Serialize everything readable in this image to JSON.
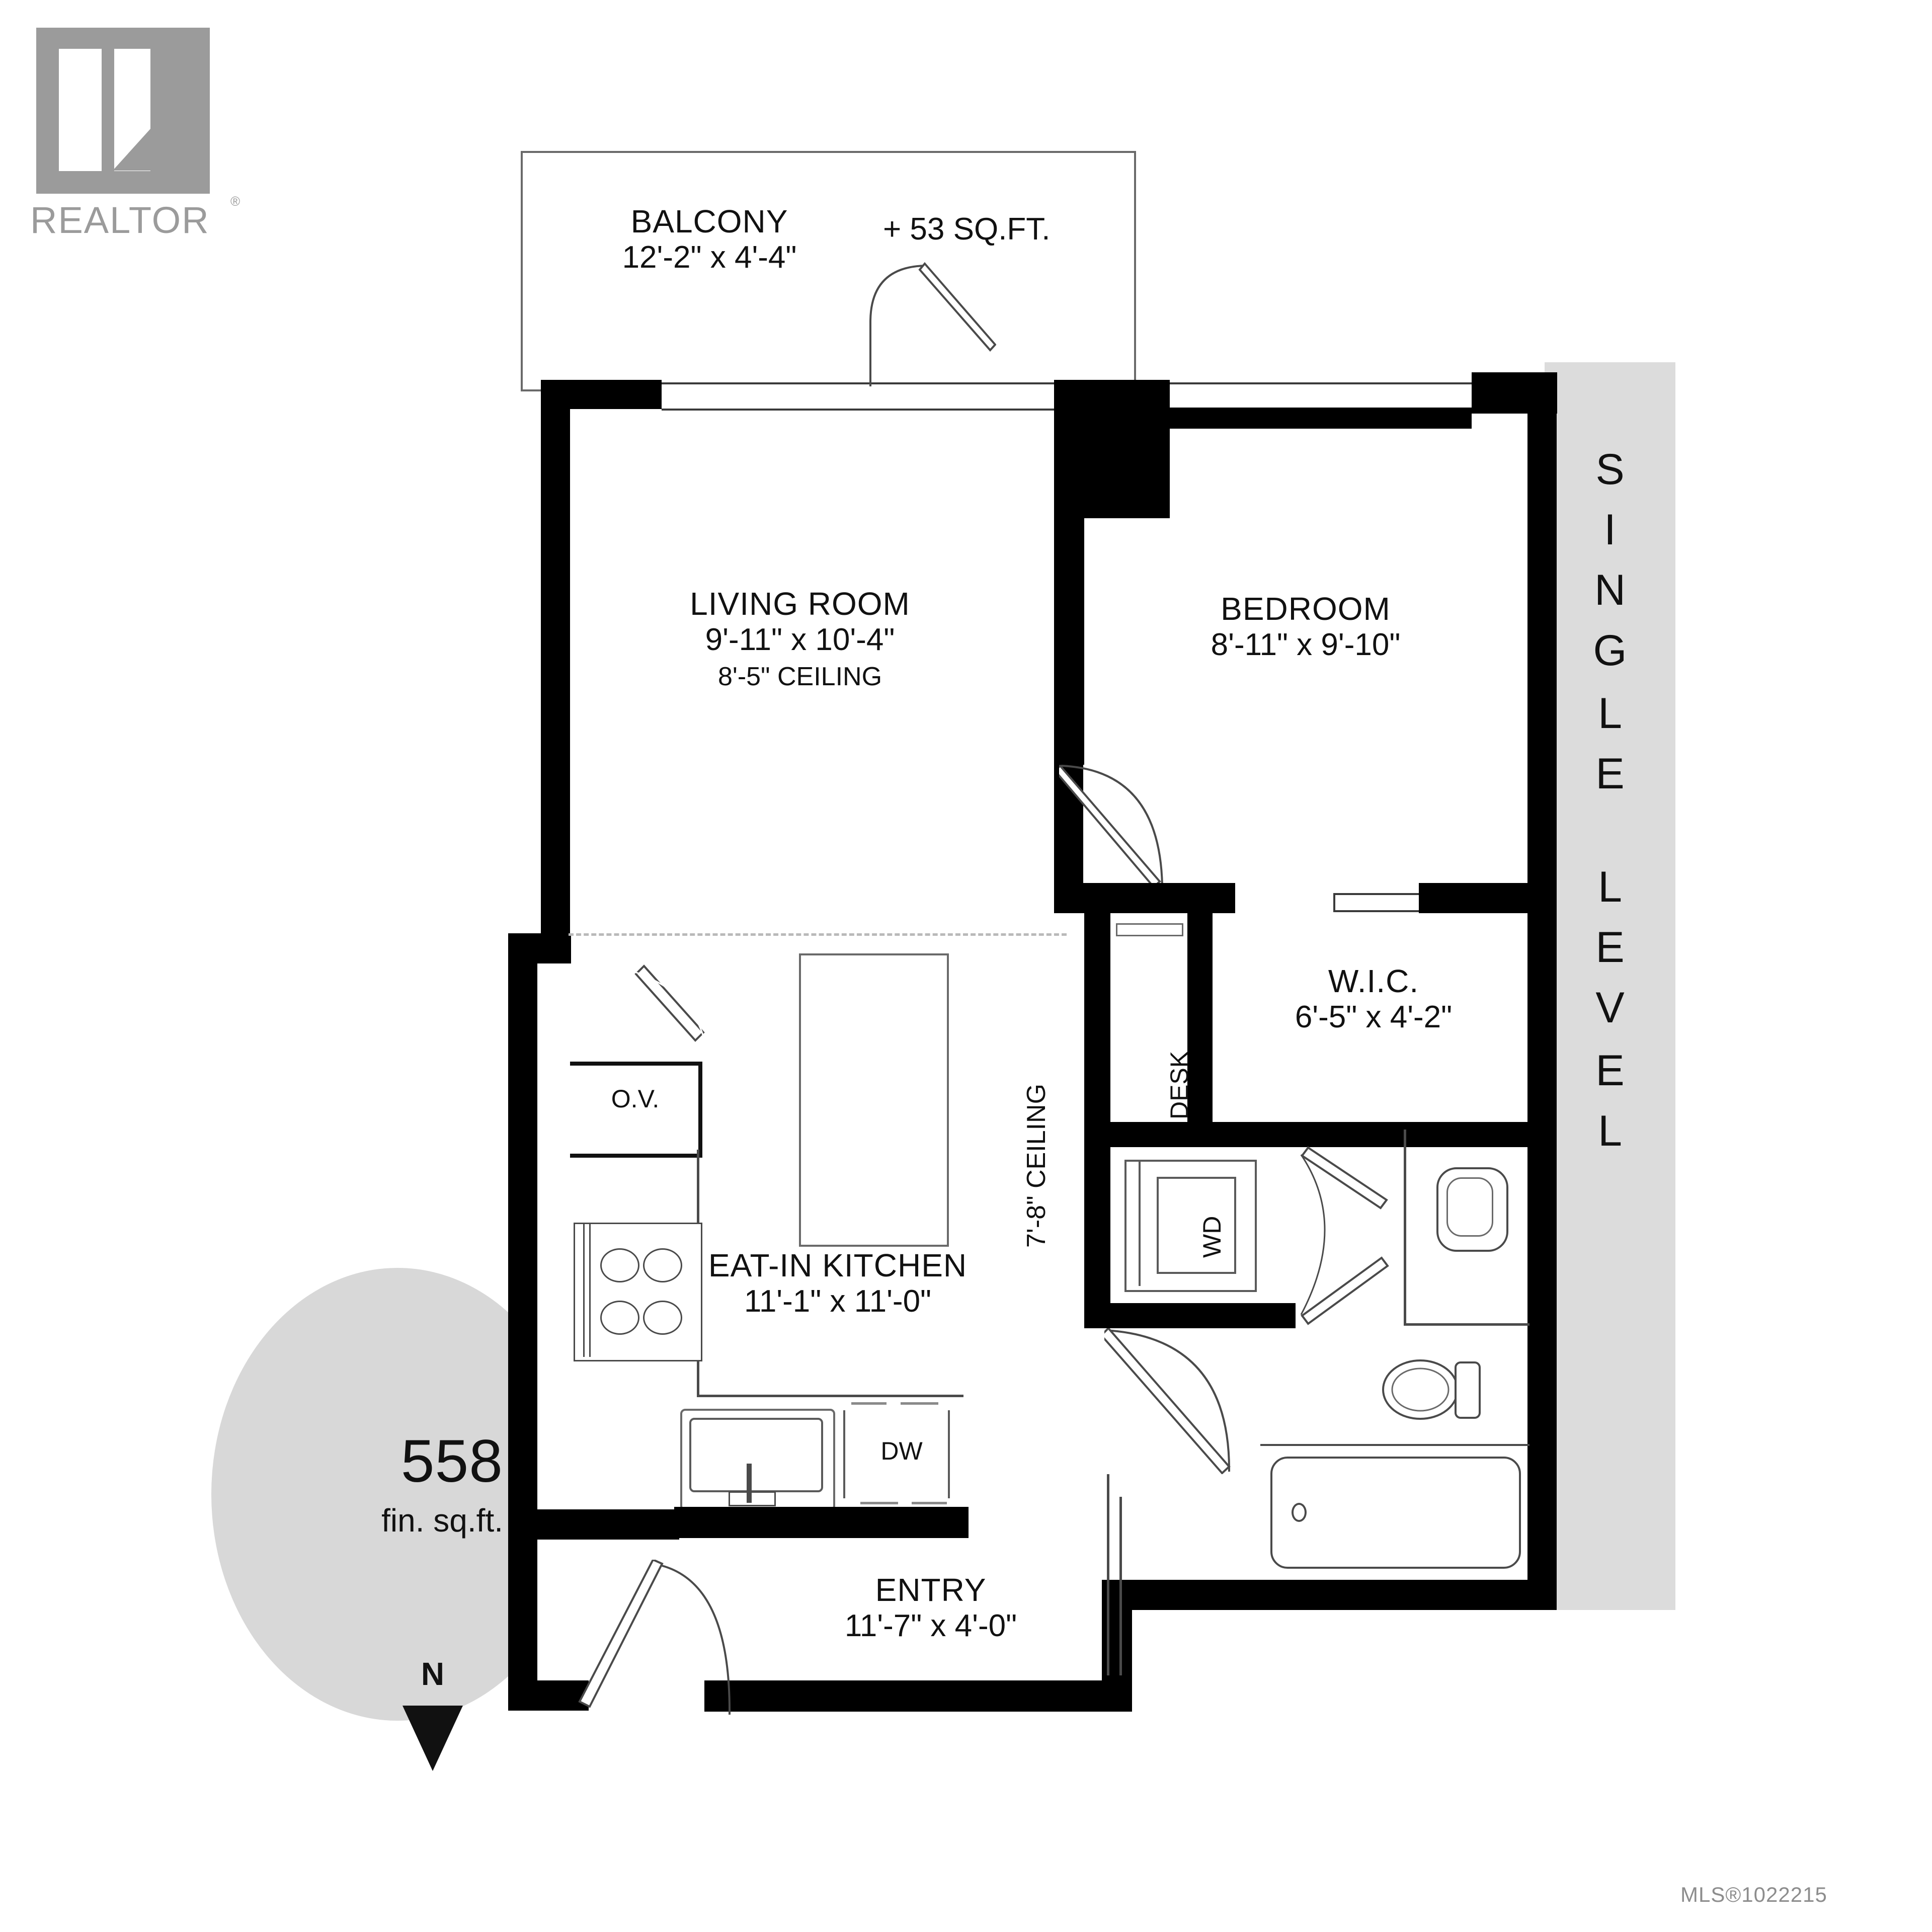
{
  "branding": {
    "logo_text": "REALTOR",
    "logo_reg": "®"
  },
  "side_banner": {
    "text": "SINGLE LEVEL",
    "lines": [
      "S",
      "I",
      "N",
      "G",
      "L",
      "E",
      "L",
      "E",
      "V",
      "E",
      "L"
    ]
  },
  "area_summary": {
    "value": "558",
    "unit": "fin. sq.ft."
  },
  "compass": {
    "label": "N",
    "direction": "south-pointing-arrow"
  },
  "rooms": [
    {
      "key": "balcony",
      "name": "BALCONY",
      "dimensions": "12'-2\" x 4'-4\"",
      "note": "+ 53 SQ.FT."
    },
    {
      "key": "living_room",
      "name": "LIVING ROOM",
      "dimensions": "9'-11\" x 10'-4\"",
      "ceiling": "8'-5\" CEILING"
    },
    {
      "key": "bedroom",
      "name": "BEDROOM",
      "dimensions": "8'-11\" x 9'-10\""
    },
    {
      "key": "wic",
      "name": "W.I.C.",
      "dimensions": "6'-5\" x 4'-2\""
    },
    {
      "key": "kitchen",
      "name": "EAT-IN KITCHEN",
      "dimensions": "11'-1\" x 11'-0\"",
      "ceiling": "7'-8\" CEILING"
    },
    {
      "key": "entry",
      "name": "ENTRY",
      "dimensions": "11'-7\" x 4'-0\""
    }
  ],
  "labels": {
    "desk": "DESK",
    "oven": "O.V.",
    "dishwasher": "DW",
    "washer_dryer": "WD"
  },
  "footer": {
    "mls": "MLS®1022215"
  },
  "colors": {
    "wall": "#000000",
    "panel_gray": "#dcdcdc",
    "bubble_gray": "#d8d8d8",
    "logo_gray": "#9b9b9b",
    "text": "#111111"
  }
}
